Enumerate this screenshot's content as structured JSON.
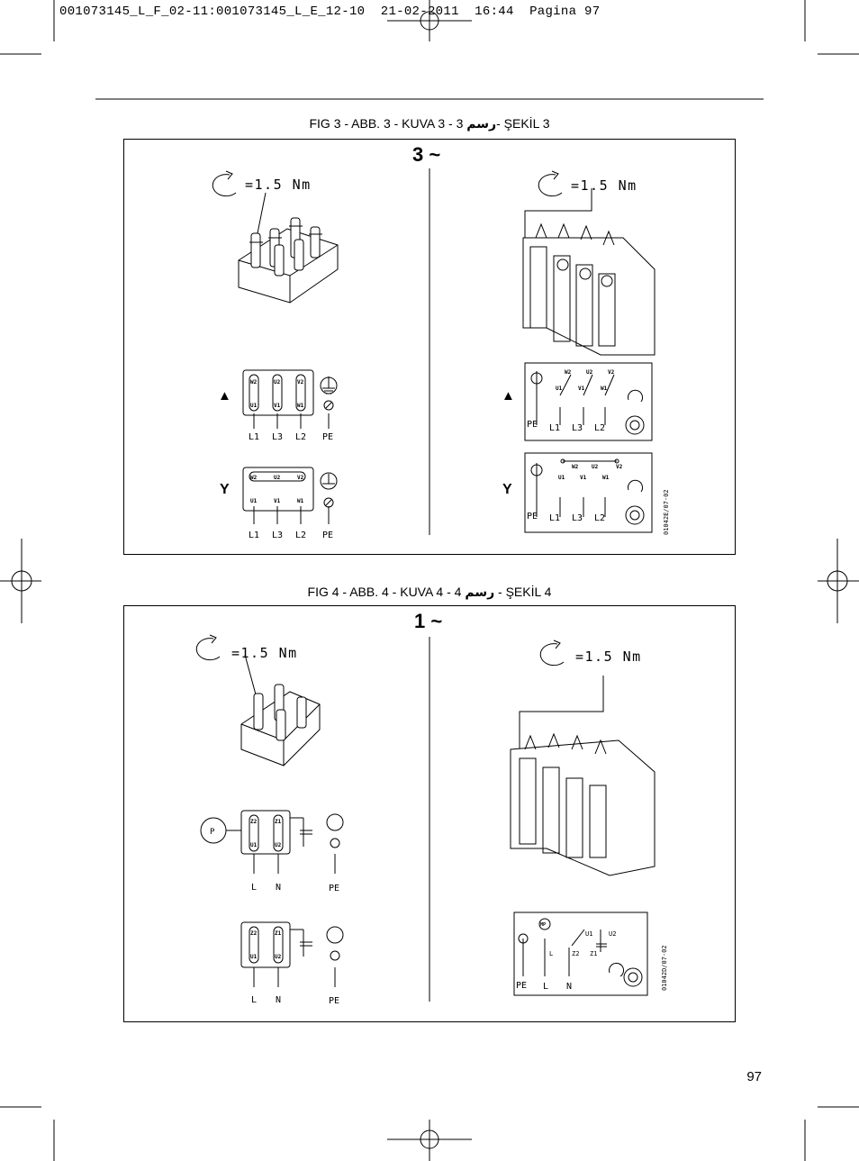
{
  "print_header": "001073145_L_F_02-11:001073145_L_E_12-10  21-02-2011  16:44  Pagina 97",
  "figure3": {
    "caption_pre": "FIG 3 - ABB. 3 - KUVA 3 - 3",
    "caption_arabic": "رسم",
    "caption_post": "- ŞEKİL 3",
    "phase_label": "3 ~",
    "torque": "=1.5 Nm",
    "delta_symbol": "▲",
    "star_symbol": "Y",
    "left_terminals_delta_top": [
      "W2",
      "U2",
      "V2"
    ],
    "left_terminals_delta_bottom": [
      "U1",
      "V1",
      "W1"
    ],
    "left_terminals_star_top": [
      "W2",
      "U2",
      "V2"
    ],
    "left_terminals_star_bottom": [
      "U1",
      "V1",
      "W1"
    ],
    "line_labels": [
      "L1",
      "L3",
      "L2",
      "PE"
    ],
    "right_top_labels": [
      "W2",
      "U2",
      "V2"
    ],
    "right_bottom_labels": [
      "U1",
      "V1",
      "W1"
    ],
    "right_pe": "PE",
    "right_line_labels": [
      "L1",
      "L3",
      "L2"
    ],
    "drawing_code": "01042E/07-02"
  },
  "figure4": {
    "caption_pre": "FIG 4 - ABB. 4 - KUVA 4 - 4",
    "caption_arabic": "رسم",
    "caption_post": "- ŞEKİL 4",
    "phase_label": "1 ~",
    "torque": "=1.5 Nm",
    "p_label": "P",
    "terminals_top": [
      "Z2",
      "Z1"
    ],
    "terminals_bottom": [
      "U1",
      "U2"
    ],
    "line_labels": [
      "L",
      "N",
      "PE"
    ],
    "right_mp": "MP",
    "right_u1": "U1",
    "right_u2": "U2",
    "right_l": "L",
    "right_z2": "Z2",
    "right_z1": "Z1",
    "right_pe": "PE",
    "right_line_labels": [
      "L",
      "N"
    ],
    "drawing_code": "01042D/07-02"
  },
  "page_number": "97"
}
